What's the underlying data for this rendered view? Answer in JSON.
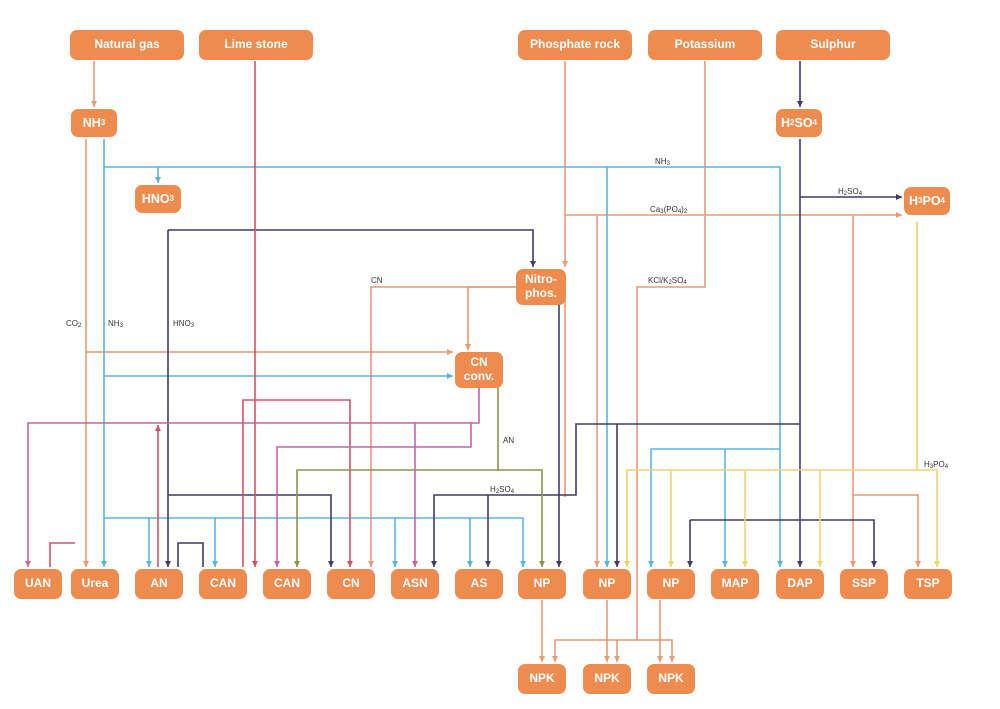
{
  "colors": {
    "node": "#ee8b4f",
    "node_text": "#ffffff",
    "salmon": "#e89a74",
    "blue": "#59b5dc",
    "navy": "#3f3a6b",
    "crimson": "#d5506a",
    "magenta": "#c763a6",
    "olive": "#8e9446",
    "yellow": "#f2d46a"
  },
  "nodes": {
    "natural_gas": "Natural gas",
    "lime_stone": "Lime stone",
    "phosphate_rock": "Phosphate rock",
    "potassium": "Potassium",
    "sulphur": "Sulphur",
    "nh3": {
      "a": "NH",
      "b": "3"
    },
    "h2so4": {
      "a": "H",
      "b": "2",
      "c": "SO",
      "d": "4"
    },
    "hno3": {
      "a": "HNO",
      "b": "3"
    },
    "h3po4": {
      "a": "H",
      "b": "3",
      "c": "PO",
      "d": "4"
    },
    "nitrophos": {
      "l1": "Nitro-",
      "l2": "phos."
    },
    "cn_conv": {
      "l1": "CN",
      "l2": "conv."
    },
    "products": [
      "UAN",
      "Urea",
      "AN",
      "CAN",
      "CAN",
      "CN",
      "ASN",
      "AS",
      "NP",
      "NP",
      "NP",
      "MAP",
      "DAP",
      "SSP",
      "TSP"
    ],
    "npk": [
      "NPK",
      "NPK",
      "NPK"
    ]
  },
  "labels": {
    "nh3_line": {
      "a": "NH",
      "b": "3"
    },
    "h2so4_line": {
      "a": "H",
      "b": "2",
      "c": "SO",
      "d": "4"
    },
    "ca3po42": {
      "a": "Ca",
      "b": "3",
      "c": "(PO",
      "d": "4",
      "e": ")",
      "f": "2"
    },
    "cn": "CN",
    "kcl_k2so4": {
      "a": "KCl/K",
      "b": "2",
      "c": "SO",
      "d": "4"
    },
    "co2": {
      "a": "CO",
      "b": "2"
    },
    "nh3_vert": {
      "a": "NH",
      "b": "3"
    },
    "hno3_vert": {
      "a": "HNO",
      "b": "3"
    },
    "an": "AN",
    "h2so4_as": {
      "a": "H",
      "b": "2",
      "c": "SO",
      "d": "4"
    },
    "h3po4_right": {
      "a": "H",
      "b": "3",
      "c": "PO",
      "d": "4"
    }
  }
}
